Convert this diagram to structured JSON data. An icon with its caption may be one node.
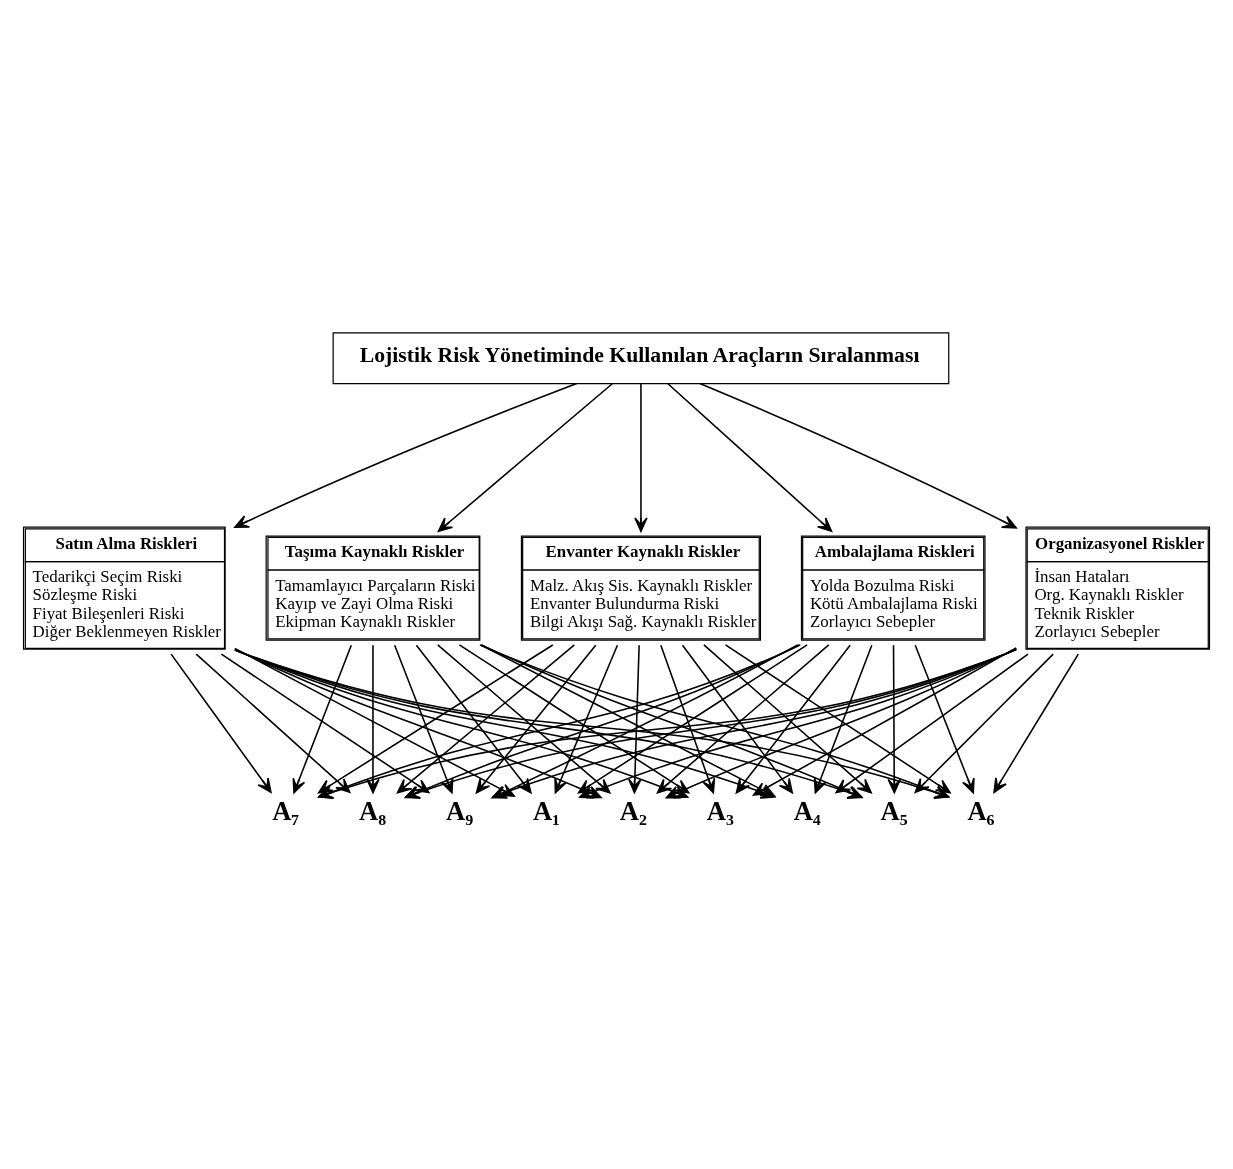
{
  "diagram": {
    "nodes": [
      {
        "text": [
          "Lojistik Risk Yönetiminde Kullanılan Araçların Sıralanması"
        ]
      },
      {
        "text": [
          "Organizasyonel Riskler",
          "İnsan Hataları",
          "Org. Kaynaklı Riskler",
          "Teknik Riskler",
          "Zorlayıcı Sebepler"
        ]
      },
      {
        "text": [
          "Satın Alma Riskleri",
          "Tedarikçi Seçim Riski",
          "Sözleşme Riski",
          "Fiyat Bileşenleri Riski",
          "Diğer Beklenmeyen Riskler"
        ]
      },
      {
        "text": [
          "Taşıma Kaynaklı Riskler",
          "Tamamlayıcı Parçaların Riski",
          "Kayıp ve Zayi Olma Riski",
          "Ekipman Kaynaklı Riskler"
        ]
      },
      {
        "text": [
          "Envanter Kaynaklı Riskler",
          "Malz. Akış Sis. Kaynaklı Riskler",
          "Envanter Bulundurma Riski",
          "Bilgi Akışı Sağ. Kaynaklı Riskler"
        ]
      },
      {
        "text": [
          "Ambalajlama Riskleri",
          "Yolda Bozulma Riski",
          "Kötü Ambalajlama Riski",
          "Zorlayıcı Sebepler"
        ]
      },
      {
        "text": [
          "A₁"
        ]
      },
      {
        "text": [
          "A₂"
        ]
      },
      {
        "text": [
          "A₃"
        ]
      },
      {
        "text": [
          "A₄"
        ]
      },
      {
        "text": [
          "A₅"
        ]
      },
      {
        "text": [
          "A₆"
        ]
      },
      {
        "text": [
          "A₇"
        ]
      },
      {
        "text": [
          "A₈"
        ]
      },
      {
        "text": [
          "A₉"
        ]
      }
    ],
    "edges": [
      {
        "from": 0,
        "to": 1,
        "arrow": "to"
      },
      {
        "from": 0,
        "to": 2,
        "arrow": "to"
      },
      {
        "from": 0,
        "to": 3,
        "arrow": "to"
      },
      {
        "from": 0,
        "to": 4,
        "arrow": "to"
      },
      {
        "from": 0,
        "to": 5,
        "arrow": "to"
      },
      {
        "from": 1,
        "to": 6,
        "arrow": "to"
      },
      {
        "from": 1,
        "to": 7,
        "arrow": "to"
      },
      {
        "from": 1,
        "to": 8,
        "arrow": "to"
      },
      {
        "from": 1,
        "to": 9,
        "arrow": "to"
      },
      {
        "from": 1,
        "to": 10,
        "arrow": "to"
      },
      {
        "from": 1,
        "to": 11,
        "arrow": "to"
      },
      {
        "from": 1,
        "to": 12,
        "arrow": "to"
      },
      {
        "from": 1,
        "to": 13,
        "arrow": "to"
      },
      {
        "from": 1,
        "to": 14,
        "arrow": "to"
      },
      {
        "from": 2,
        "to": 6,
        "arrow": "to"
      },
      {
        "from": 2,
        "to": 7,
        "arrow": "to"
      },
      {
        "from": 2,
        "to": 8,
        "arrow": "to"
      },
      {
        "from": 2,
        "to": 9,
        "arrow": "to"
      },
      {
        "from": 2,
        "to": 10,
        "arrow": "to"
      },
      {
        "from": 2,
        "to": 11,
        "arrow": "to"
      },
      {
        "from": 2,
        "to": 12,
        "arrow": "to"
      },
      {
        "from": 2,
        "to": 13,
        "arrow": "to"
      },
      {
        "from": 2,
        "to": 14,
        "arrow": "to"
      },
      {
        "from": 3,
        "to": 6,
        "arrow": "to"
      },
      {
        "from": 3,
        "to": 7,
        "arrow": "to"
      },
      {
        "from": 3,
        "to": 8,
        "arrow": "to"
      },
      {
        "from": 3,
        "to": 9,
        "arrow": "to"
      },
      {
        "from": 3,
        "to": 10,
        "arrow": "to"
      },
      {
        "from": 3,
        "to": 11,
        "arrow": "to"
      },
      {
        "from": 3,
        "to": 12,
        "arrow": "to"
      },
      {
        "from": 3,
        "to": 13,
        "arrow": "to"
      },
      {
        "from": 3,
        "to": 14,
        "arrow": "to"
      },
      {
        "from": 4,
        "to": 6,
        "arrow": "to"
      },
      {
        "from": 4,
        "to": 7,
        "arrow": "to"
      },
      {
        "from": 4,
        "to": 8,
        "arrow": "to"
      },
      {
        "from": 4,
        "to": 9,
        "arrow": "to"
      },
      {
        "from": 4,
        "to": 10,
        "arrow": "to"
      },
      {
        "from": 4,
        "to": 11,
        "arrow": "to"
      },
      {
        "from": 4,
        "to": 12,
        "arrow": "to"
      },
      {
        "from": 4,
        "to": 13,
        "arrow": "to"
      },
      {
        "from": 4,
        "to": 14,
        "arrow": "to"
      },
      {
        "from": 5,
        "to": 6,
        "arrow": "to"
      },
      {
        "from": 5,
        "to": 7,
        "arrow": "to"
      },
      {
        "from": 5,
        "to": 8,
        "arrow": "to"
      },
      {
        "from": 5,
        "to": 9,
        "arrow": "to"
      },
      {
        "from": 5,
        "to": 10,
        "arrow": "to"
      },
      {
        "from": 5,
        "to": 11,
        "arrow": "to"
      },
      {
        "from": 5,
        "to": 12,
        "arrow": "to"
      },
      {
        "from": 5,
        "to": 13,
        "arrow": "to"
      },
      {
        "from": 5,
        "to": 14,
        "arrow": "to"
      }
    ]
  }
}
